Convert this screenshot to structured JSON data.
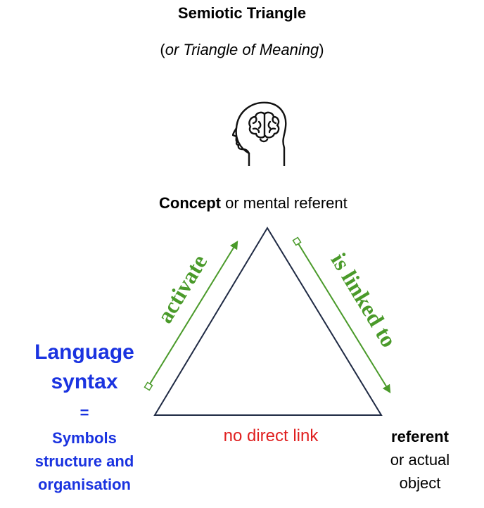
{
  "title": "Semiotic Triangle",
  "subtitle": {
    "open_paren": "(",
    "italic": "or Triangle of Meaning",
    "close_paren": ")"
  },
  "concept": {
    "bold": "Concept",
    "rest": " or mental referent"
  },
  "arrows": {
    "left_label": "activate",
    "right_label": "is linked to",
    "color": "#4a9a2a"
  },
  "language": {
    "title_line1": "Language",
    "title_line2": "syntax",
    "equals": "=",
    "desc_line1": "Symbols",
    "desc_line2": "structure and",
    "desc_line3": "organisation",
    "color": "#1a33e0"
  },
  "bottom_label": {
    "text": "no direct link",
    "color": "#e02020"
  },
  "referent": {
    "bold": "referent",
    "line2": "or actual",
    "line3": "object"
  },
  "triangle_color": "#1f2a44",
  "icons": [
    "head-brain-icon"
  ]
}
